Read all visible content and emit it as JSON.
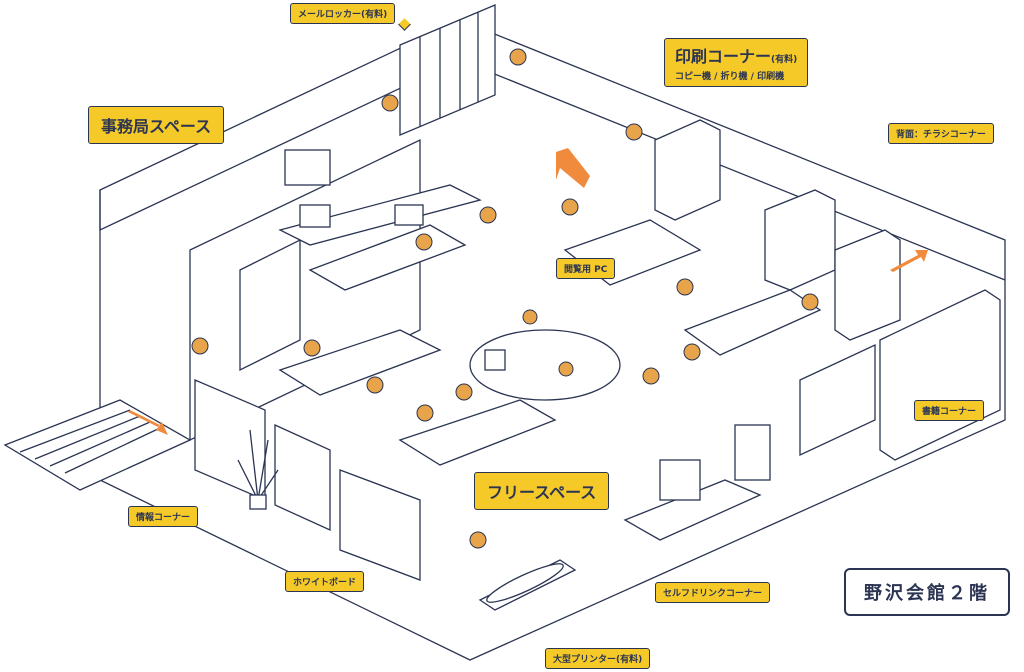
{
  "floor_title": "野沢会館２階",
  "areas": {
    "office": "事務局スペース",
    "mail_locker": "メールロッカー(有料)",
    "print_corner": "印刷コーナー",
    "print_corner_note": "(有料)",
    "print_corner_sub": "コピー機 / 折り機 / 印刷機",
    "flyer_corner": "背面：チラシコーナー",
    "browsing_pc": "閲覧用 PC",
    "book_corner": "書籍コーナー",
    "info_corner": "情報コーナー",
    "free_space": "フリースペース",
    "whiteboard": "ホワイトボード",
    "drink_corner": "セルフドリンクコーナー",
    "large_printer": "大型プリンター(有料)"
  },
  "colors": {
    "accent": "#f5c928",
    "ink": "#2b3553",
    "hair": "#e8a44a",
    "arrow": "#f08a3c"
  }
}
